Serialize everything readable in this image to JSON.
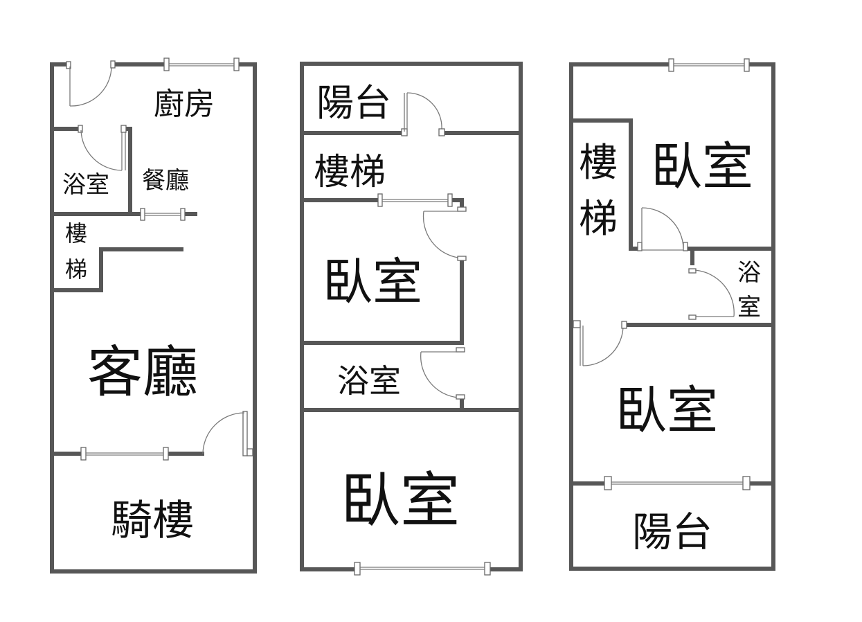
{
  "floor_1": {
    "kitchen": "廚房",
    "bathroom": "浴室",
    "dining": "餐廳",
    "stairs_1": "樓",
    "stairs_2": "梯",
    "living_room": "客廳",
    "arcade": "騎樓"
  },
  "floor_2": {
    "balcony": "陽台",
    "stairs": "樓梯",
    "bedroom_upper": "臥室",
    "bathroom_1": "浴室",
    "bedroom_lower": "臥室"
  },
  "floor_3": {
    "stairs_1": "樓",
    "stairs_2": "梯",
    "bedroom_upper": "臥室",
    "bathroom_1": "浴",
    "bathroom_2": "室",
    "bedroom_lower": "臥室",
    "balcony": "陽台"
  }
}
